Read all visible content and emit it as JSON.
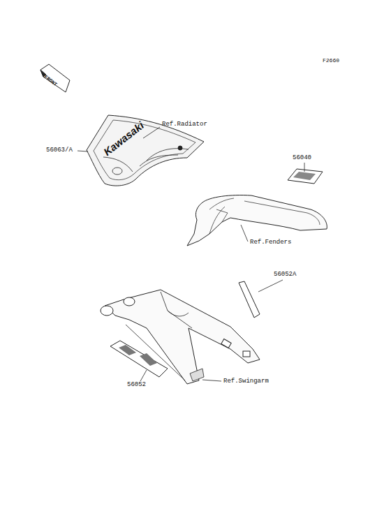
{
  "diagram": {
    "labels": [
      "F2660",
      "FRONT",
      "Kawasaki",
      "56063/A",
      "Ref.Radiator",
      "56040",
      "Ref.Fenders",
      "56052A",
      "56052",
      "Ref.Swingarm"
    ]
  }
}
